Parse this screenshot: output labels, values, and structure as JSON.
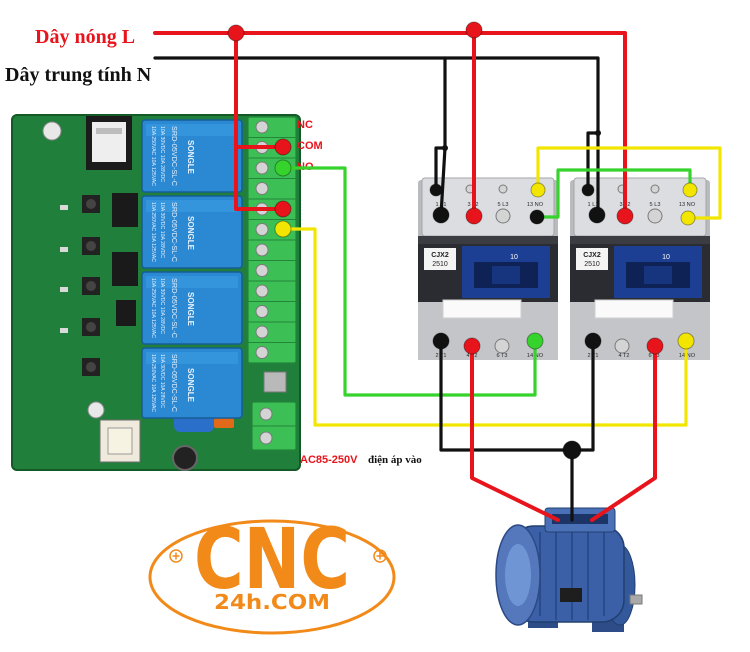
{
  "header": {
    "live_wire_label": "Dây nóng L",
    "neutral_wire_label": "Dây trung tính N"
  },
  "relay_board": {
    "terminal_labels": {
      "nc": "NC",
      "com": "COM",
      "no": "NO"
    },
    "relays": [
      {
        "model": "SRD-05VDC-SL-C",
        "spec_1": "10A 250VAC 10A 125VAC",
        "spec_2": "10A 30VDC 10A 28VDC",
        "brand": "SONGLE"
      },
      {
        "model": "SRD-05VDC-SL-C",
        "spec_1": "10A 250VAC 10A 125VAC",
        "spec_2": "10A 30VDC 10A 28VDC",
        "brand": "SONGLE"
      },
      {
        "model": "SRD-05VDC-SL-C",
        "spec_1": "10A 250VAC 10A 125VAC",
        "spec_2": "10A 30VDC 10A 28VDC",
        "brand": "SONGLE"
      },
      {
        "model": "SRD-05VDC-SL-C",
        "spec_1": "10A 250VAC 10A 125VAC",
        "spec_2": "10A 30VDC 10A 28VDC",
        "brand": "SONGLE"
      }
    ]
  },
  "power_input": {
    "voltage": "AC85-250V",
    "description": "điện áp vào"
  },
  "contactors": [
    {
      "model": "CJX2",
      "code": "2510",
      "rating": "10",
      "top_terminals": [
        "1 L1",
        "3 L2",
        "5 L3",
        "13 NO"
      ],
      "bottom_terminals": [
        "2 T1",
        "4 T2",
        "6 T3",
        "14 NO"
      ]
    },
    {
      "model": "CJX2",
      "code": "2510",
      "rating": "10",
      "top_terminals": [
        "1 L1",
        "3 L2",
        "5 L3",
        "13 NO"
      ],
      "bottom_terminals": [
        "2 T1",
        "4 T2",
        "6 T3",
        "14 NO"
      ]
    }
  ],
  "logo": {
    "main": "CNC",
    "sub": "24h.COM"
  },
  "colors": {
    "live": "#e8141c",
    "neutral": "#111111",
    "no_wire_1": "#36d32c",
    "no_wire_2": "#f2e600",
    "pcb": "#1f7f3b",
    "terminal_block": "#3cbf55",
    "relay": "#2b88d2",
    "contactor_window": "#1c3f94",
    "motor": "#3b60a8",
    "logo": "#f28a1a"
  }
}
